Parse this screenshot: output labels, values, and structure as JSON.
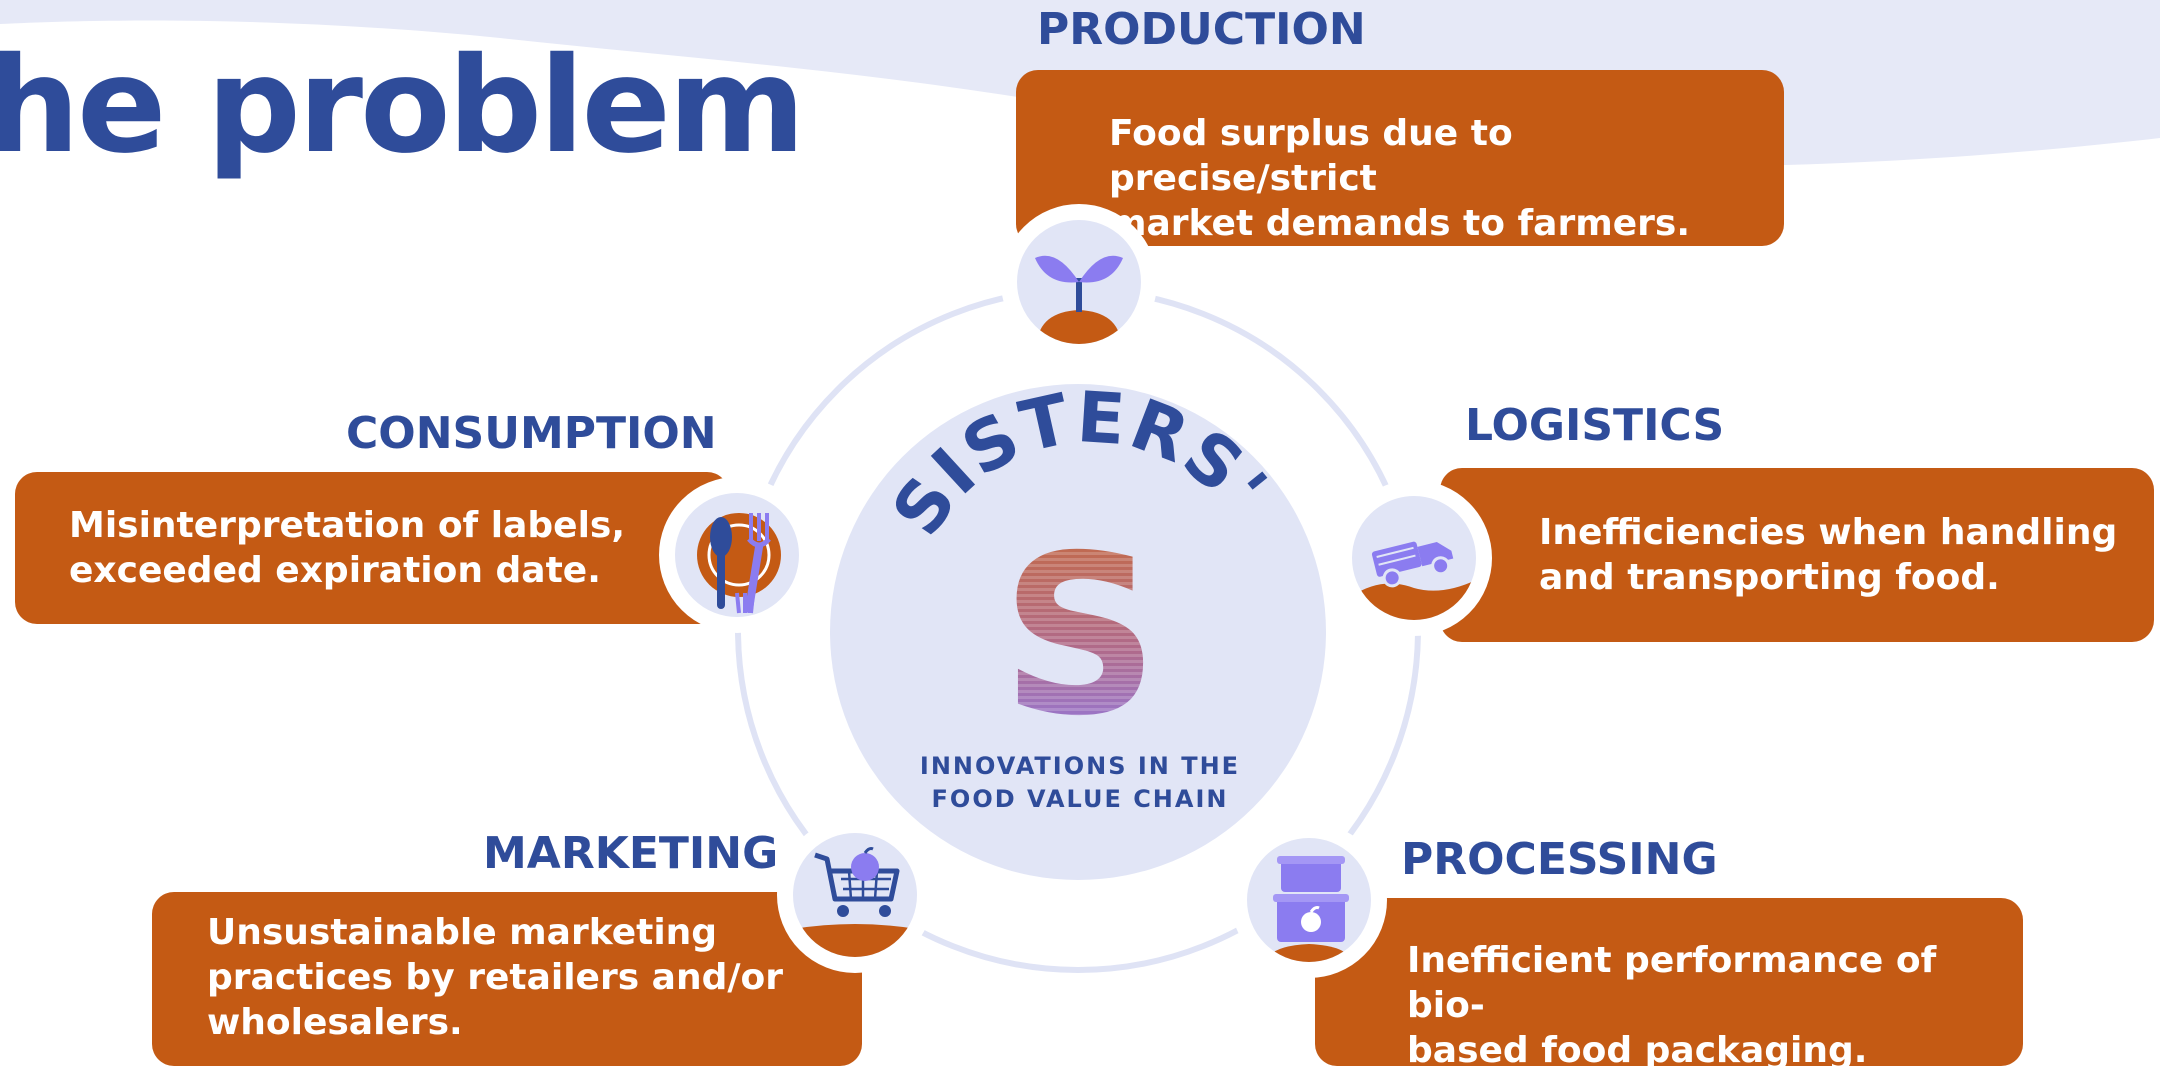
{
  "title": "he problem",
  "center": {
    "brand": "SISTERS'",
    "letter": "S",
    "subtitle": "INNOVATIONS IN THE\nFOOD VALUE CHAIN"
  },
  "stages": {
    "production": {
      "heading": "PRODUCTION",
      "text": "Food surplus due to precise/strict\nmarket demands to farmers.",
      "icon": "sprout-icon"
    },
    "logistics": {
      "heading": "LOGISTICS",
      "text": "Inefficiencies when handling\nand transporting food.",
      "icon": "truck-icon"
    },
    "processing": {
      "heading": "PROCESSING",
      "text": "Inefficient performance of bio-\nbased food packaging.",
      "icon": "packaging-box-icon"
    },
    "marketing": {
      "heading": "MARKETING",
      "text": "Unsustainable marketing\npractices by retailers and/or\nwholesalers.",
      "icon": "shopping-cart-icon"
    },
    "consumption": {
      "heading": "CONSUMPTION",
      "text": "Misinterpretation of labels,\nexceeded expiration date.",
      "icon": "plate-cutlery-icon"
    }
  },
  "colors": {
    "accent_blue": "#2f4c9a",
    "box_orange": "#c45a14",
    "light_lavender": "#e1e5f6",
    "icon_purple": "#8b7cf0"
  }
}
